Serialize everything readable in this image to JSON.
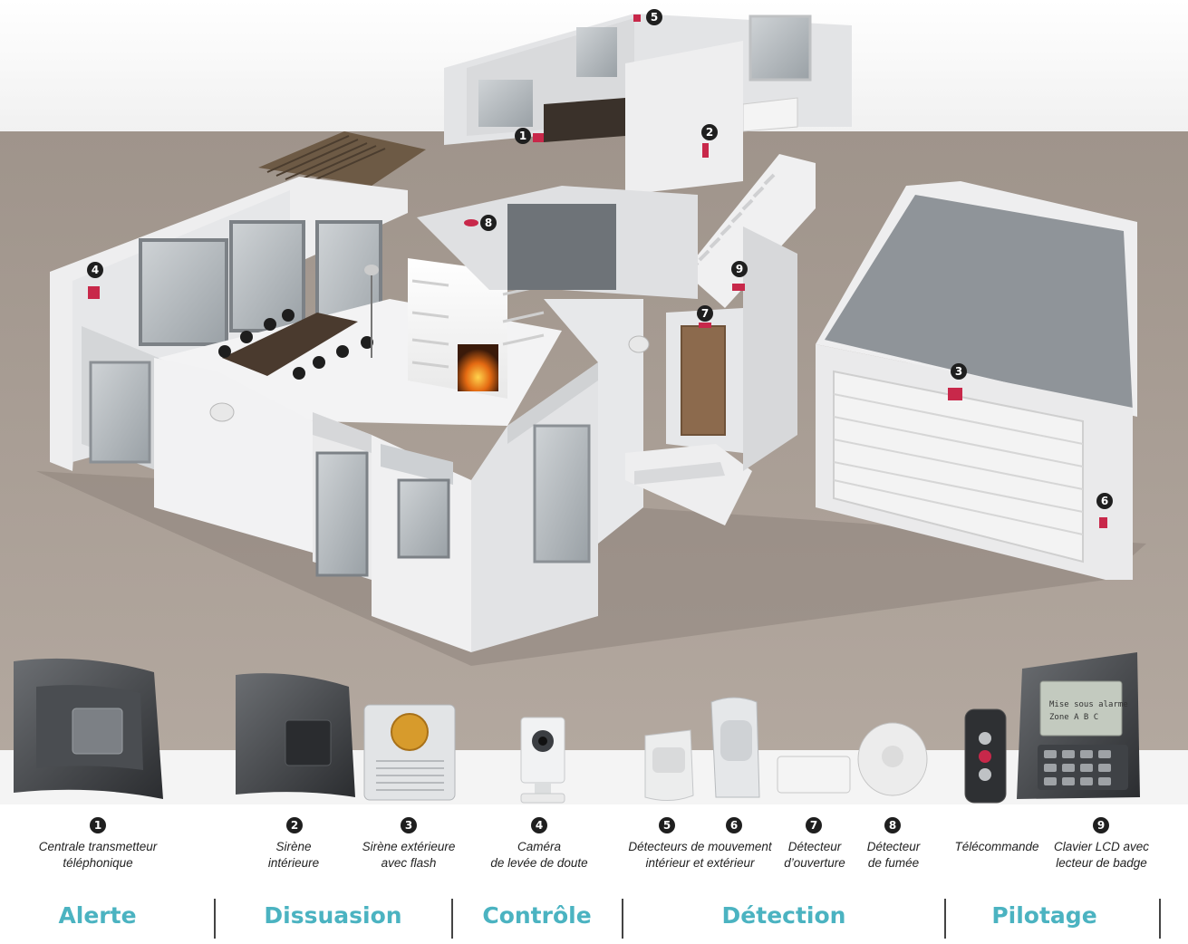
{
  "markers": [
    "1",
    "2",
    "3",
    "4",
    "5",
    "6",
    "7",
    "8",
    "9"
  ],
  "products": [
    {
      "num": "1",
      "label_line1": "Centrale transmetteur",
      "label_line2": "téléphonique"
    },
    {
      "num": "2",
      "label_line1": "Sirène",
      "label_line2": "intérieure"
    },
    {
      "num": "3",
      "label_line1": "Sirène extérieure",
      "label_line2": "avec flash"
    },
    {
      "num": "4",
      "label_line1": "Caméra",
      "label_line2": "de levée de doute"
    },
    {
      "num": "5",
      "label_line1": "Détecteurs de mouvement",
      "label_line2": "intérieur et extérieur"
    },
    {
      "num": "6",
      "label_line1": "",
      "label_line2": ""
    },
    {
      "num": "7",
      "label_line1": "Détecteur",
      "label_line2": "d’ouverture"
    },
    {
      "num": "8",
      "label_line1": "Détecteur",
      "label_line2": "de fumée"
    },
    {
      "num": "9",
      "label_line1": "Clavier LCD avec",
      "label_line2": "lecteur de badge"
    }
  ],
  "telecommande_label": "Télécommande",
  "categories": [
    "Alerte",
    "Dissuasion",
    "Contrôle",
    "Détection",
    "Pilotage"
  ],
  "keypad_lcd": {
    "line1": "Mise sous alarme",
    "line2": "Zone A B C"
  },
  "colors": {
    "accent": "#4bb3c1",
    "ground": "#a89c92",
    "marker": "#1f1f1f",
    "device_red": "#c8284a"
  }
}
